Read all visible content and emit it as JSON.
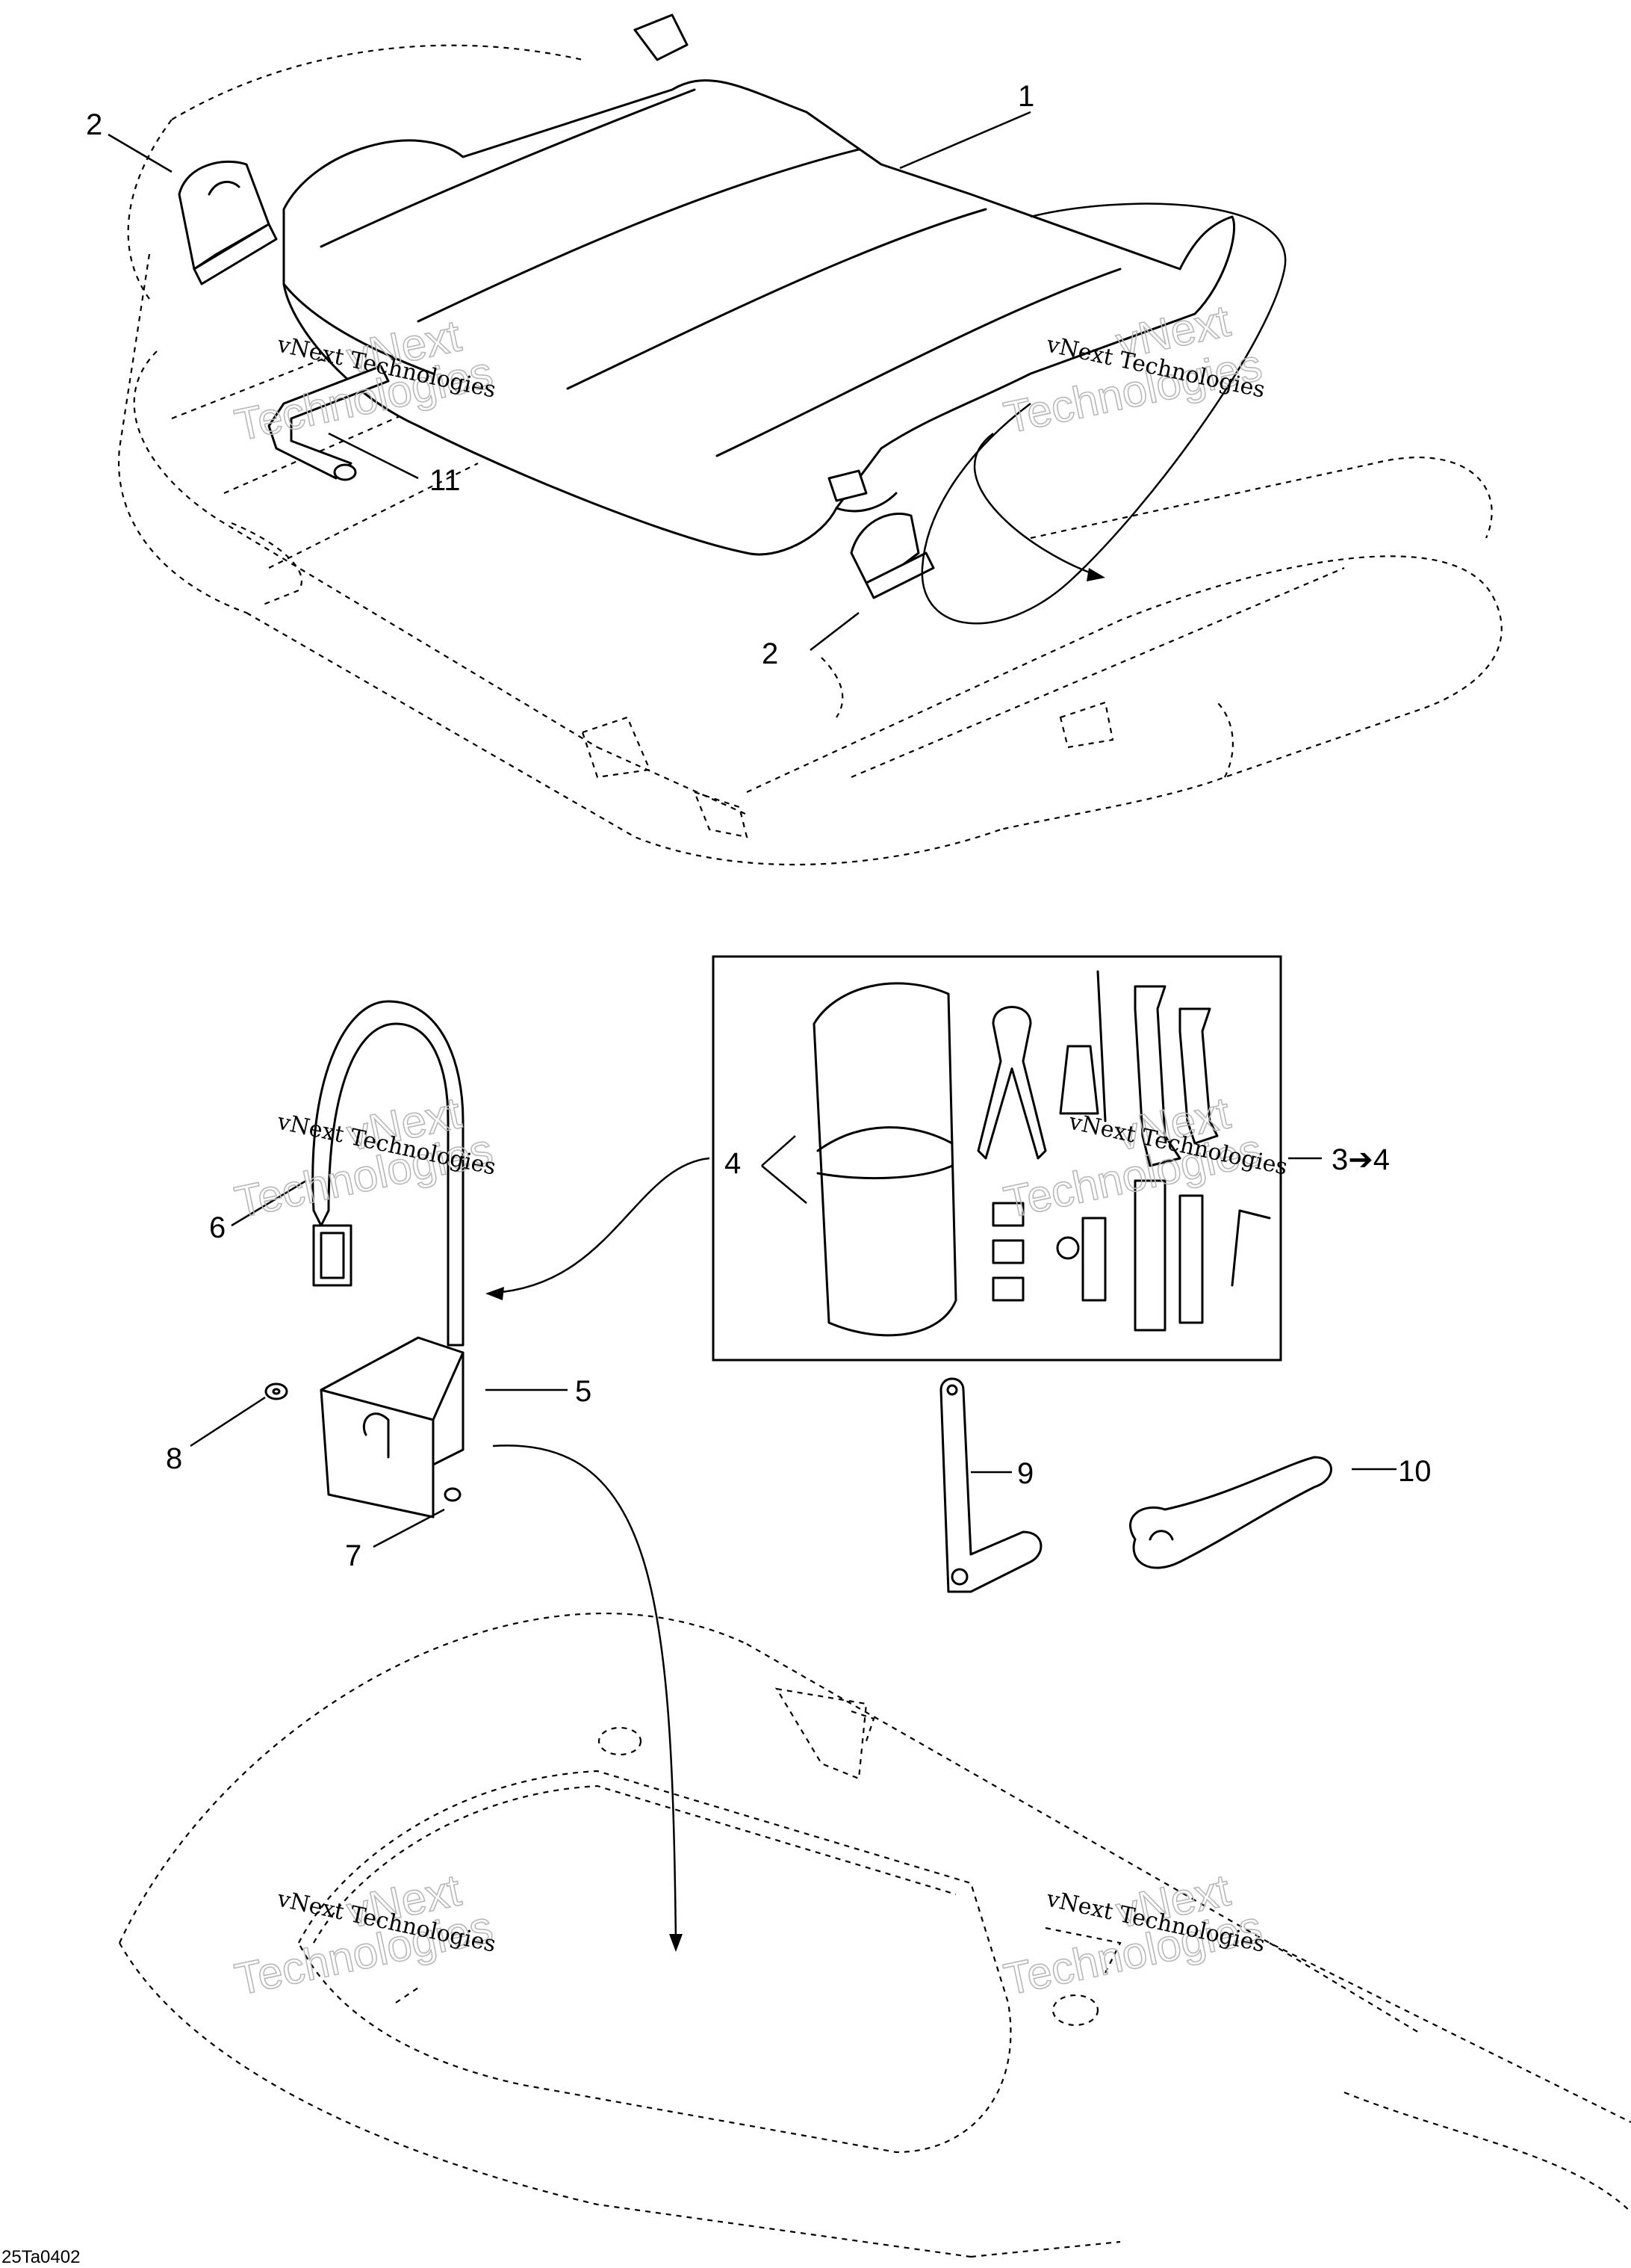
{
  "callouts": {
    "c1": "1",
    "c2a": "2",
    "c2b": "2",
    "c11": "11",
    "c4": "4",
    "c34": "3➔4",
    "c6": "6",
    "c5": "5",
    "c8": "8",
    "c7": "7",
    "c9": "9",
    "c10": "10"
  },
  "watermark": {
    "line": "vNext Technologies",
    "big_top": "vNext",
    "big_bottom": "Technologies"
  },
  "figure_id": "25Ta0402"
}
